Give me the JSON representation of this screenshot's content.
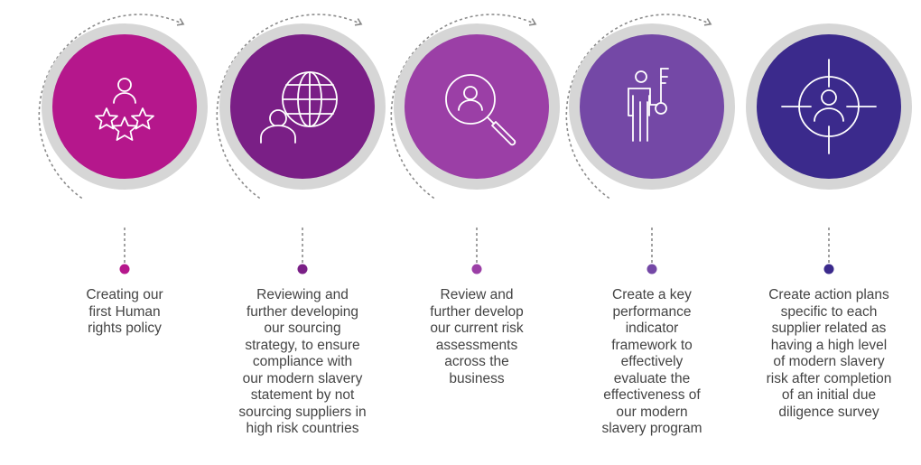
{
  "steps": [
    {
      "icon": "person-with-stars-icon",
      "color": "#B5178C",
      "lines": [
        "Creating our",
        "first Human",
        "rights policy"
      ]
    },
    {
      "icon": "person-with-globe-icon",
      "color": "#7A1F86",
      "lines": [
        "Reviewing and",
        "further developing",
        "our sourcing",
        "strategy, to ensure",
        "compliance with",
        "our modern slavery",
        "statement by not",
        "sourcing suppliers in",
        "high risk countries"
      ]
    },
    {
      "icon": "person-magnifier-icon",
      "color": "#9B3FA6",
      "lines": [
        "Review and",
        "further develop",
        "our current risk",
        "assessments",
        "across the",
        "business"
      ]
    },
    {
      "icon": "person-holding-key-icon",
      "color": "#7448A6",
      "lines": [
        "Create a key",
        "performance",
        "indicator",
        "framework to",
        "effectively",
        "evaluate the",
        "effectiveness of",
        "our modern",
        "slavery program"
      ]
    },
    {
      "icon": "person-in-crosshair-icon",
      "color": "#3B2A8C",
      "lines": [
        "Create action plans",
        "specific to each",
        "supplier related as",
        "having a high level",
        "of modern slavery",
        "risk after completion",
        "of an initial due",
        "diligence survey"
      ]
    }
  ],
  "colors": {
    "ring": "#D6D6D6",
    "dashed": "#8A8A8A",
    "text": "#444444"
  }
}
